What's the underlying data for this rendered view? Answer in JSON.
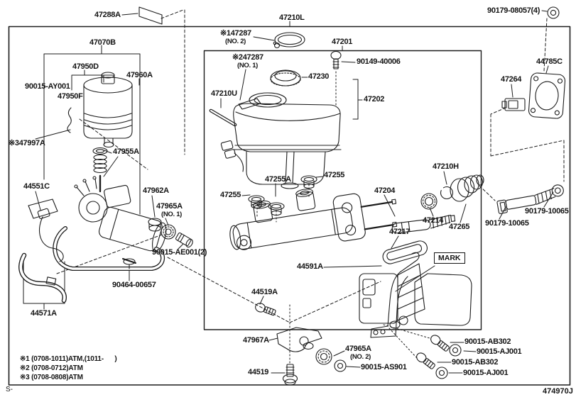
{
  "diagram": {
    "mark_box": "MARK",
    "footer_left": "S-",
    "footer_right": "474970J",
    "footnotes": [
      "※1 (0708-1011)ATM,(1011-      )",
      "※2 (0708-0712)ATM",
      "※3 (0708-0808)ATM"
    ],
    "labels": [
      {
        "text": "47288A"
      },
      {
        "text": "47210L"
      },
      {
        "text": "90179-08057(4)"
      },
      {
        "text": "47070B"
      },
      {
        "text": "47950D"
      },
      {
        "text": "47960A"
      },
      {
        "text": "90015-AY001"
      },
      {
        "text": "47950F"
      },
      {
        "text": "※347997A"
      },
      {
        "text": "47955A"
      },
      {
        "text": "44551C"
      },
      {
        "text": "47962A"
      },
      {
        "text": "47965A",
        "sub": "(NO. 1)"
      },
      {
        "text": "90015-AE001(2)"
      },
      {
        "text": "90464-00657"
      },
      {
        "text": "44571A"
      },
      {
        "text": "※147287",
        "sub": "(NO. 2)"
      },
      {
        "text": "※247287",
        "sub": "(NO. 1)"
      },
      {
        "text": "47201"
      },
      {
        "text": "90149-40006"
      },
      {
        "text": "47230"
      },
      {
        "text": "47202"
      },
      {
        "text": "47210U"
      },
      {
        "text": "47255A"
      },
      {
        "text": "47255"
      },
      {
        "text": "47255"
      },
      {
        "text": "47204"
      },
      {
        "text": "47210H"
      },
      {
        "text": "47214"
      },
      {
        "text": "47265"
      },
      {
        "text": "47217"
      },
      {
        "text": "44591A"
      },
      {
        "text": "44519A"
      },
      {
        "text": "90179-10065"
      },
      {
        "text": "90179-10065"
      },
      {
        "text": "47264"
      },
      {
        "text": "44785C"
      },
      {
        "text": "47967A"
      },
      {
        "text": "47965A",
        "sub": "(NO. 2)"
      },
      {
        "text": "90015-AS901"
      },
      {
        "text": "44519"
      },
      {
        "text": "90015-AB302"
      },
      {
        "text": "90015-AJ001"
      },
      {
        "text": "90015-AB302"
      },
      {
        "text": "90015-AJ001"
      }
    ]
  }
}
